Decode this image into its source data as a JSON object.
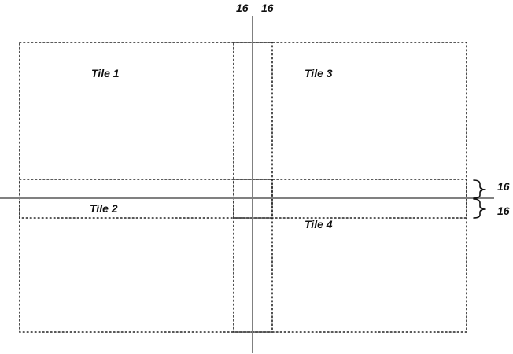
{
  "tiles": [
    {
      "label": "Tile 1"
    },
    {
      "label": "Tile 2"
    },
    {
      "label": "Tile 3"
    },
    {
      "label": "Tile 4"
    }
  ],
  "overlap": {
    "horizontal_width_label": "16",
    "horizontal_width_label_2": "16",
    "vertical_height_label": "16",
    "vertical_height_label_2": "16"
  }
}
